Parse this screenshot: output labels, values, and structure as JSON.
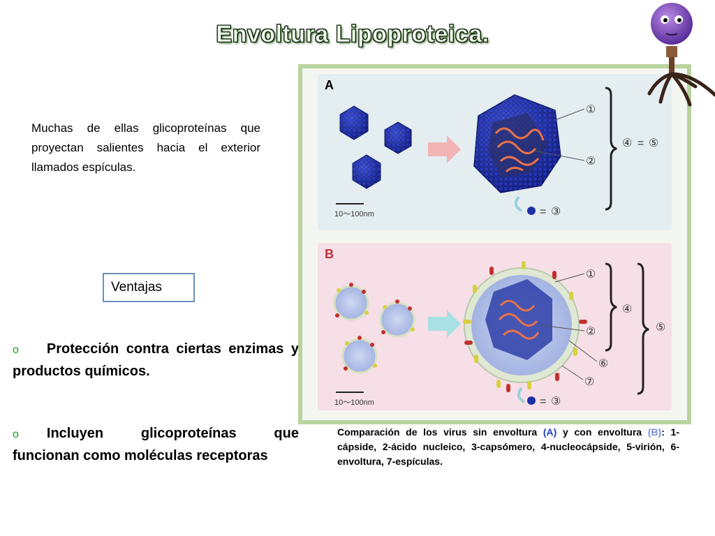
{
  "title": "Envoltura Lipoproteica.",
  "intro_text": "Muchas de ellas glicoproteínas que proyectan salientes hacia el exterior llamados espículas.",
  "box_label": "Ventajas",
  "bullets": [
    "Protección contra ciertas enzimas y productos químicos.",
    "Incluyen glicoproteínas que funcionan como moléculas receptoras"
  ],
  "figure": {
    "panel_a_label": "A",
    "panel_b_label": "B",
    "scale_label": "10～100nm",
    "callouts": {
      "one": "①",
      "two": "②",
      "three": "③",
      "four": "④",
      "five": "⑤",
      "six": "⑥",
      "seven": "⑦",
      "eq": "="
    }
  },
  "caption": {
    "part1": "Comparación de los virus sin envoltura ",
    "a": "(A)",
    "part2": " y con envoltura ",
    "b": "(B)",
    "part3": ": 1-cápside, 2-ácido nucleico, 3-capsómero, 4-nucleocápside, 5-virión, 6-envoltura, 7-espículas."
  },
  "colors": {
    "capsid": "#1f2fa8",
    "nucleic": "#e8724a",
    "figure_border": "#b9d39e",
    "panel_a": "#e4eef1",
    "panel_b": "#f6dfe6",
    "bullet_mark": "#1a9e1a"
  }
}
